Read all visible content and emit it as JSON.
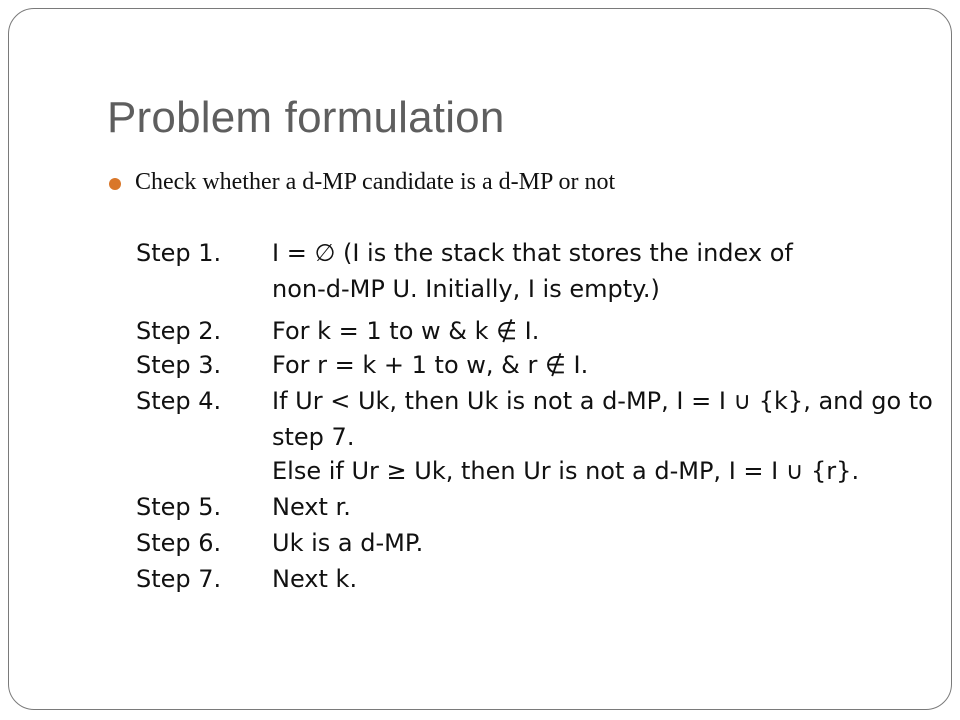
{
  "slide": {
    "title": "Problem formulation",
    "bullet": "Check whether a d-MP candidate is a d-MP or not"
  },
  "algorithm": {
    "step1_label": "Step 1.",
    "step2_label": "Step 2.",
    "step3_label": "Step 3.",
    "step4_label": "Step 4.",
    "step5_label": "Step 5.",
    "step6_label": "Step 6.",
    "step7_label": "Step 7.",
    "step1_line1": "I = ∅ (I is the stack that stores the index of",
    "step1_line2": "non-d-MP U. Initially, I is empty.)",
    "step2_line": "For k = 1 to w & k ∉ I.",
    "step3_line": "For r = k + 1 to w, & r ∉ I.",
    "step4_line1": "If Ur < Uk, then Uk is not a d-MP, I = I ∪ {k}, and go to",
    "step4_line2": "step 7.",
    "step4_line3": "Else if Ur ≥ Uk, then Ur is not a d-MP, I = I ∪ {r}.",
    "step5_line": "Next r.",
    "step6_line": "Uk is a d-MP.",
    "step7_line": "Next k."
  },
  "colors": {
    "bullet": "#d9772a",
    "title": "#5e5e5e",
    "border": "#7a7a7a"
  }
}
